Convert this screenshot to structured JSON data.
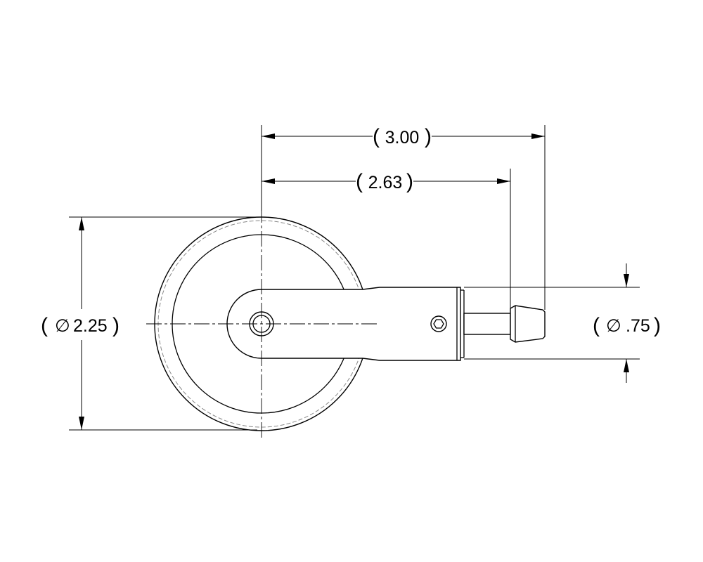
{
  "dimensions": {
    "overall_length": "3.00",
    "nozzle_length": "2.63",
    "wheel_diameter": "2.25",
    "body_diameter": ".75"
  },
  "symbols": {
    "diameter": "∅",
    "paren_open": "(",
    "paren_close": ")"
  }
}
